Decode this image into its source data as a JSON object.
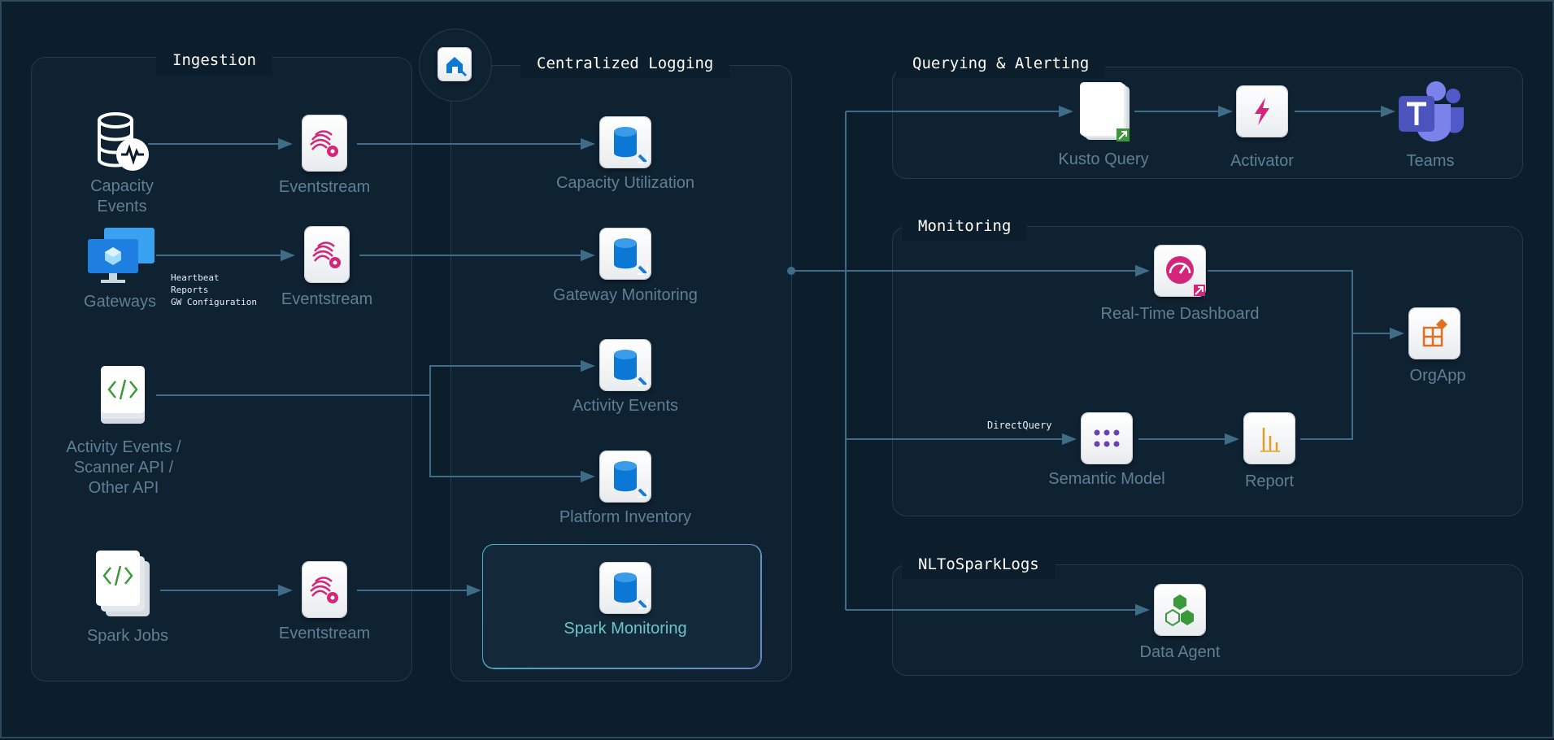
{
  "panels": {
    "ingestion": "Ingestion",
    "logging": "Centralized Logging",
    "querying": "Querying & Alerting",
    "monitoring": "Monitoring",
    "nltospark": "NLToSparkLogs"
  },
  "sources": {
    "capacity_events": "Capacity\nEvents",
    "gateways": "Gateways",
    "gateway_notes": "Heartbeat\nReports\nGW Configuration",
    "api": "Activity Events /\nScanner API /\nOther API",
    "spark_jobs": "Spark Jobs"
  },
  "eventstreams": {
    "es1": "Eventstream",
    "es2": "Eventstream",
    "es3": "Eventstream"
  },
  "databases": {
    "capacity_utilization": "Capacity Utilization",
    "gateway_monitoring": "Gateway Monitoring",
    "activity_events": "Activity Events",
    "platform_inventory": "Platform Inventory",
    "spark_monitoring": "Spark Monitoring"
  },
  "querying": {
    "kusto_query": "Kusto Query",
    "activator": "Activator",
    "teams": "Teams"
  },
  "monitoring": {
    "real_time_dashboard": "Real-Time Dashboard",
    "semantic_model": "Semantic Model",
    "report": "Report",
    "orgapp": "OrgApp",
    "directquery": "DirectQuery"
  },
  "nltospark": {
    "data_agent": "Data Agent"
  },
  "colors": {
    "background": "#0c1d2b",
    "panel": "#0f2232",
    "connector": "#3f6c86",
    "label": "#5f7f95",
    "eventstream_accent": "#d3267a",
    "database_accent": "#0a78d4",
    "activator_accent": "#d3267a",
    "report_accent": "#e0a020",
    "orgapp_accent": "#e07020",
    "data_agent_accent": "#3a9a3a",
    "teams_accent": "#5059c9"
  }
}
